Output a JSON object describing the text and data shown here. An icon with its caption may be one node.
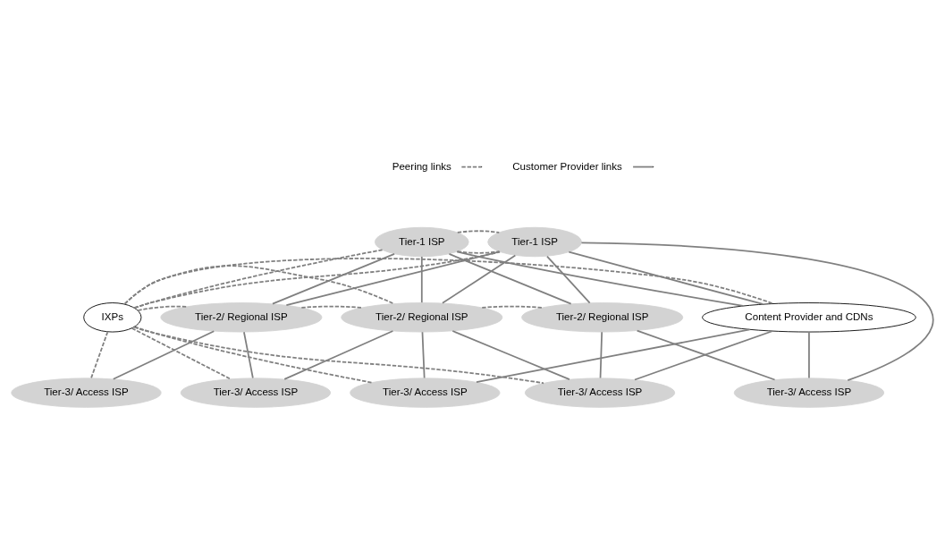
{
  "diagram": {
    "nodes": [
      {
        "text": [
          "Tier-1 ISP"
        ]
      },
      {
        "text": [
          "Tier-1 ISP"
        ]
      },
      {
        "text": [
          "IXPs"
        ]
      },
      {
        "text": [
          "Tier-2/ Regional ISP"
        ]
      },
      {
        "text": [
          "Tier-2/ Regional ISP"
        ]
      },
      {
        "text": [
          "Tier-2/ Regional ISP"
        ]
      },
      {
        "text": [
          "Content Provider and CDNs"
        ]
      },
      {
        "text": [
          "Tier-3/ Access ISP"
        ]
      },
      {
        "text": [
          "Tier-3/ Access ISP"
        ]
      },
      {
        "text": [
          "Tier-3/ Access ISP"
        ]
      },
      {
        "text": [
          "Tier-3/ Access ISP"
        ]
      },
      {
        "text": [
          "Tier-3/ Access ISP"
        ]
      }
    ],
    "edges": [
      {
        "from": 2,
        "to": 1,
        "arrow": "none",
        "style": "dashed"
      },
      {
        "from": 0,
        "to": 1,
        "arrow": "none",
        "style": "dashed"
      },
      {
        "from": 0,
        "to": 1,
        "arrow": "none",
        "style": "dashed"
      },
      {
        "from": 2,
        "to": 0,
        "arrow": "none",
        "style": "dashed"
      },
      {
        "from": 0,
        "to": 6,
        "arrow": "none"
      },
      {
        "from": 1,
        "to": 6,
        "arrow": "none"
      },
      {
        "from": 1,
        "to": 11,
        "arrow": "none"
      },
      {
        "from": 0,
        "to": 3,
        "arrow": "none"
      },
      {
        "from": 0,
        "to": 4,
        "arrow": "none"
      },
      {
        "from": 0,
        "to": 5,
        "arrow": "none"
      },
      {
        "from": 1,
        "to": 3,
        "arrow": "none"
      },
      {
        "from": 1,
        "to": 4,
        "arrow": "none"
      },
      {
        "from": 1,
        "to": 5,
        "arrow": "none"
      },
      {
        "from": 2,
        "to": 3,
        "arrow": "none",
        "style": "dashed"
      },
      {
        "from": 3,
        "to": 4,
        "arrow": "none",
        "style": "dashed"
      },
      {
        "from": 4,
        "to": 5,
        "arrow": "none",
        "style": "dashed"
      },
      {
        "from": 2,
        "to": 4,
        "arrow": "none",
        "style": "dashed"
      },
      {
        "from": 2,
        "to": 7,
        "arrow": "none",
        "style": "dashed"
      },
      {
        "from": 3,
        "to": 7,
        "arrow": "none"
      },
      {
        "from": 3,
        "to": 8,
        "arrow": "none"
      },
      {
        "from": 4,
        "to": 8,
        "arrow": "none"
      },
      {
        "from": 4,
        "to": 9,
        "arrow": "none"
      },
      {
        "from": 4,
        "to": 10,
        "arrow": "none"
      },
      {
        "from": 5,
        "to": 10,
        "arrow": "none"
      },
      {
        "from": 5,
        "to": 11,
        "arrow": "none"
      },
      {
        "from": 11,
        "to": 6,
        "arrow": "none"
      },
      {
        "from": 10,
        "to": 6,
        "arrow": "none"
      },
      {
        "from": 9,
        "to": 6,
        "arrow": "none"
      },
      {
        "from": 2,
        "to": 8,
        "arrow": "none",
        "style": "dashed"
      },
      {
        "from": 2,
        "to": 9,
        "arrow": "none",
        "style": "dashed"
      },
      {
        "from": 2,
        "to": 10,
        "arrow": "none",
        "style": "dashed"
      },
      {
        "from": 2,
        "to": 6,
        "arrow": "none",
        "style": "dashed"
      }
    ],
    "legend": [
      {
        "text": "Peering links"
      },
      {
        "text": "Customer Provider links"
      }
    ]
  }
}
